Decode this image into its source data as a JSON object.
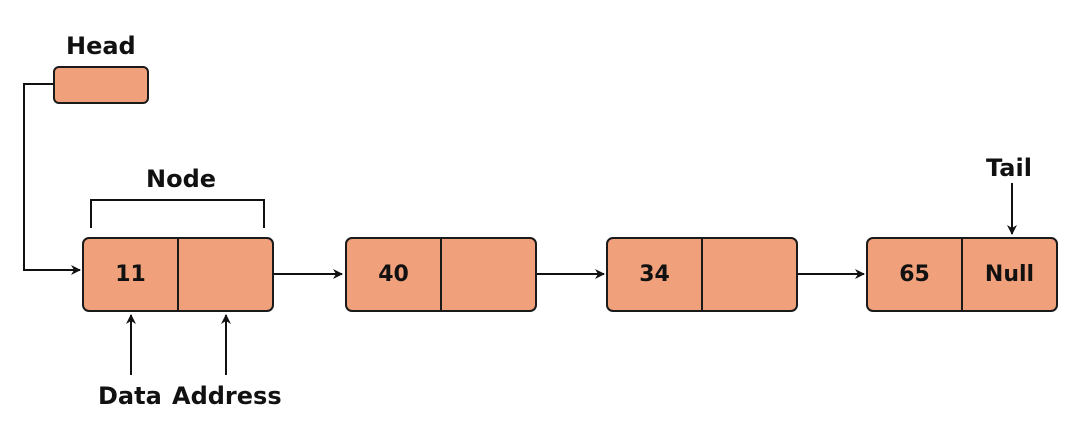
{
  "labels": {
    "head": "Head",
    "node": "Node",
    "tail": "Tail",
    "data": "Data",
    "address": "Address"
  },
  "nodes": [
    {
      "data": "11",
      "next": ""
    },
    {
      "data": "40",
      "next": ""
    },
    {
      "data": "34",
      "next": ""
    },
    {
      "data": "65",
      "next": "Null"
    }
  ],
  "colors": {
    "node_fill": "#f0a07a",
    "border": "#1a1a1a"
  }
}
